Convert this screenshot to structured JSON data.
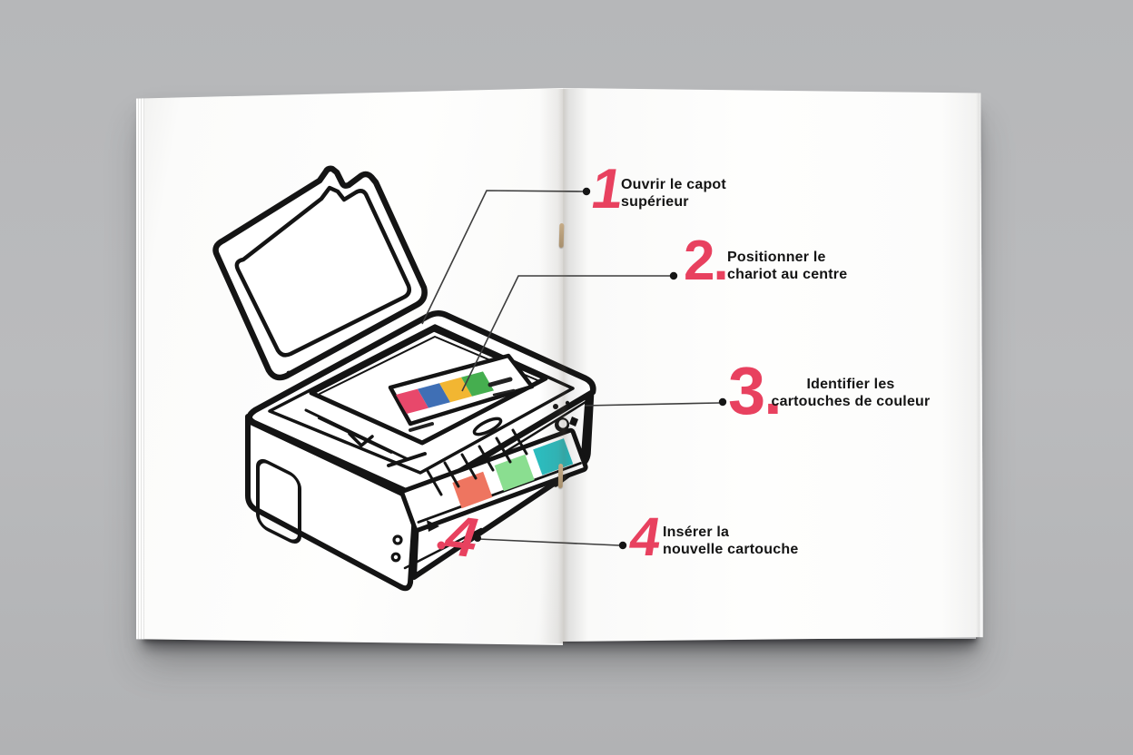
{
  "scene": {
    "surface_color": "#b8b9bb",
    "paper_color": "#fdfdfc"
  },
  "accent_color": "#e8415f",
  "ink_color": "#141414",
  "leader_color": "#3d3d3d",
  "steps": [
    {
      "number": "1",
      "line1": "Ouvrir le capot",
      "line2": "supérieur"
    },
    {
      "number": "2.",
      "line1": "Positionner le",
      "line2": "chariot au centre"
    },
    {
      "number": "3.",
      "line1": "Identifier les",
      "line2": "cartouches de couleur"
    },
    {
      "number": "4",
      "line1": "Insérer la",
      "line2": "nouvelle cartouche"
    }
  ],
  "illustration": {
    "subject": "inkjet-printer-open-top-cover-line-art",
    "ghost_number": "4",
    "carriage_strip_colors": [
      "#e8486b",
      "#3f6fb5",
      "#f2b632",
      "#45ae4f"
    ],
    "tray_pad_colors": [
      "#ee7560",
      "#8ade90",
      "#2cbcbe"
    ],
    "staple_color": "#b59a76"
  }
}
